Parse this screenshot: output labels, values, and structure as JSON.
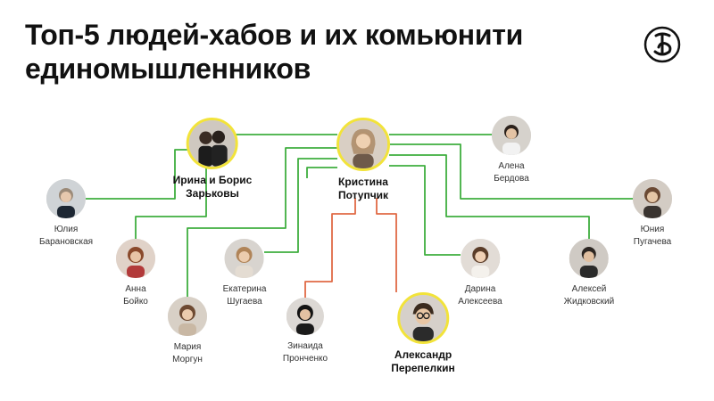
{
  "title": "Топ-5 людей-хабов и их комьюнити единомышленников",
  "logo": {
    "icon": "seal-logo-icon",
    "color": "#111111"
  },
  "colors": {
    "green_link": "#3fae3f",
    "orange_link": "#e06a45",
    "hub_ring": "#f2e33a"
  },
  "people": {
    "irina_boris": {
      "name": "Ирина и Борис\nЗарьковы",
      "hub": true
    },
    "kristina": {
      "name": "Кристина\nПотупчик",
      "hub": true
    },
    "alena": {
      "name": "Алена\nБердова",
      "hub": false
    },
    "yulia_b": {
      "name": "Юлия\nБарановская",
      "hub": false
    },
    "yunia": {
      "name": "Юния\nПугачева",
      "hub": false
    },
    "anna": {
      "name": "Анна\nБойко",
      "hub": false
    },
    "ekaterina": {
      "name": "Екатерина\nШугаева",
      "hub": false
    },
    "darina": {
      "name": "Дарина\nАлексеева",
      "hub": false
    },
    "aleksei": {
      "name": "Алексей\nЖидковский",
      "hub": false
    },
    "maria": {
      "name": "Мария\nМоргун",
      "hub": false
    },
    "zinaida": {
      "name": "Зинаида\nПронченко",
      "hub": false
    },
    "aleksandr": {
      "name": "Александр\nПерепелкин",
      "hub": true
    }
  }
}
